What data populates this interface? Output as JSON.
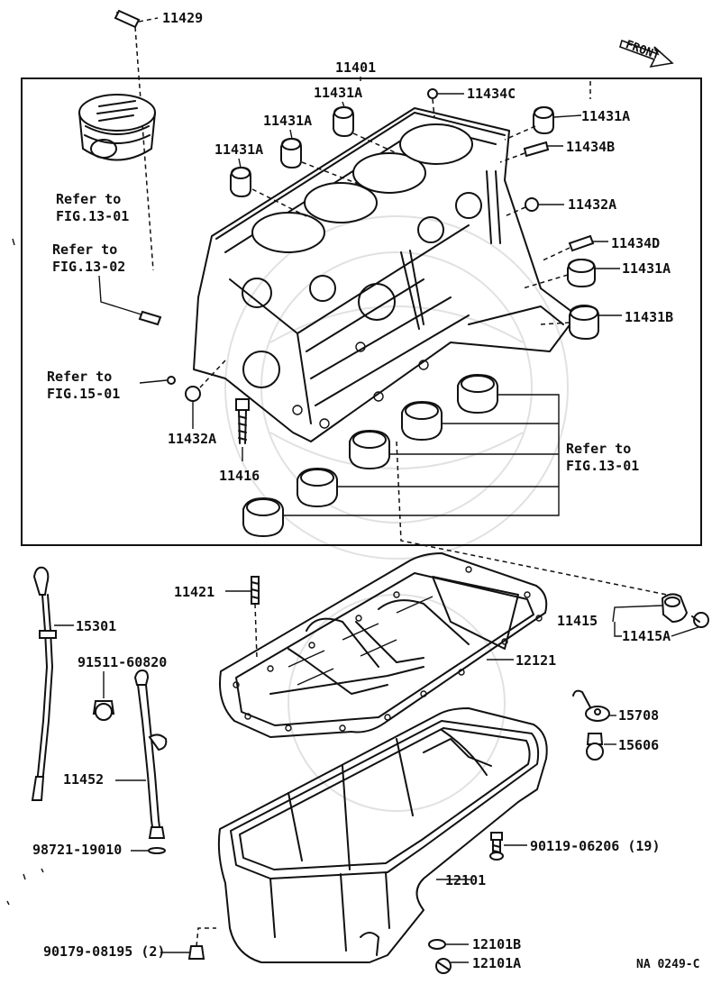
{
  "diagram": {
    "drawing_code": "NA 0249-C",
    "front_label": "FRONT",
    "refs": {
      "fig13_01_top": [
        "Refer to",
        "FIG.13-01"
      ],
      "fig13_02": [
        "Refer to",
        "FIG.13-02"
      ],
      "fig15_01": [
        "Refer to",
        "FIG.15-01"
      ],
      "fig13_01_bearings": [
        "Refer to",
        "FIG.13-01"
      ]
    },
    "parts": {
      "p11429": "11429",
      "p11401": "11401",
      "p11431A_1": "11431A",
      "p11434C": "11434C",
      "p11431A_2": "11431A",
      "p11431A_3": "11431A",
      "p11431A_4": "11431A",
      "p11434B": "11434B",
      "p11432A_r": "11432A",
      "p11434D": "11434D",
      "p11431A_5": "11431A",
      "p11431B": "11431B",
      "p11432A_l": "11432A",
      "p11416": "11416",
      "p11421": "11421",
      "p15301": "15301",
      "p91511": "91511-60820",
      "p12121": "12121",
      "p11415": "11415",
      "p11415A": "11415A",
      "p15708": "15708",
      "p15606": "15606",
      "p11452": "11452",
      "p98721": "98721-19010",
      "p90119": "90119-06206 (19)",
      "p12101": "12101",
      "p90179": "90179-08195 (2)",
      "p12101B": "12101B",
      "p12101A": "12101A"
    }
  }
}
